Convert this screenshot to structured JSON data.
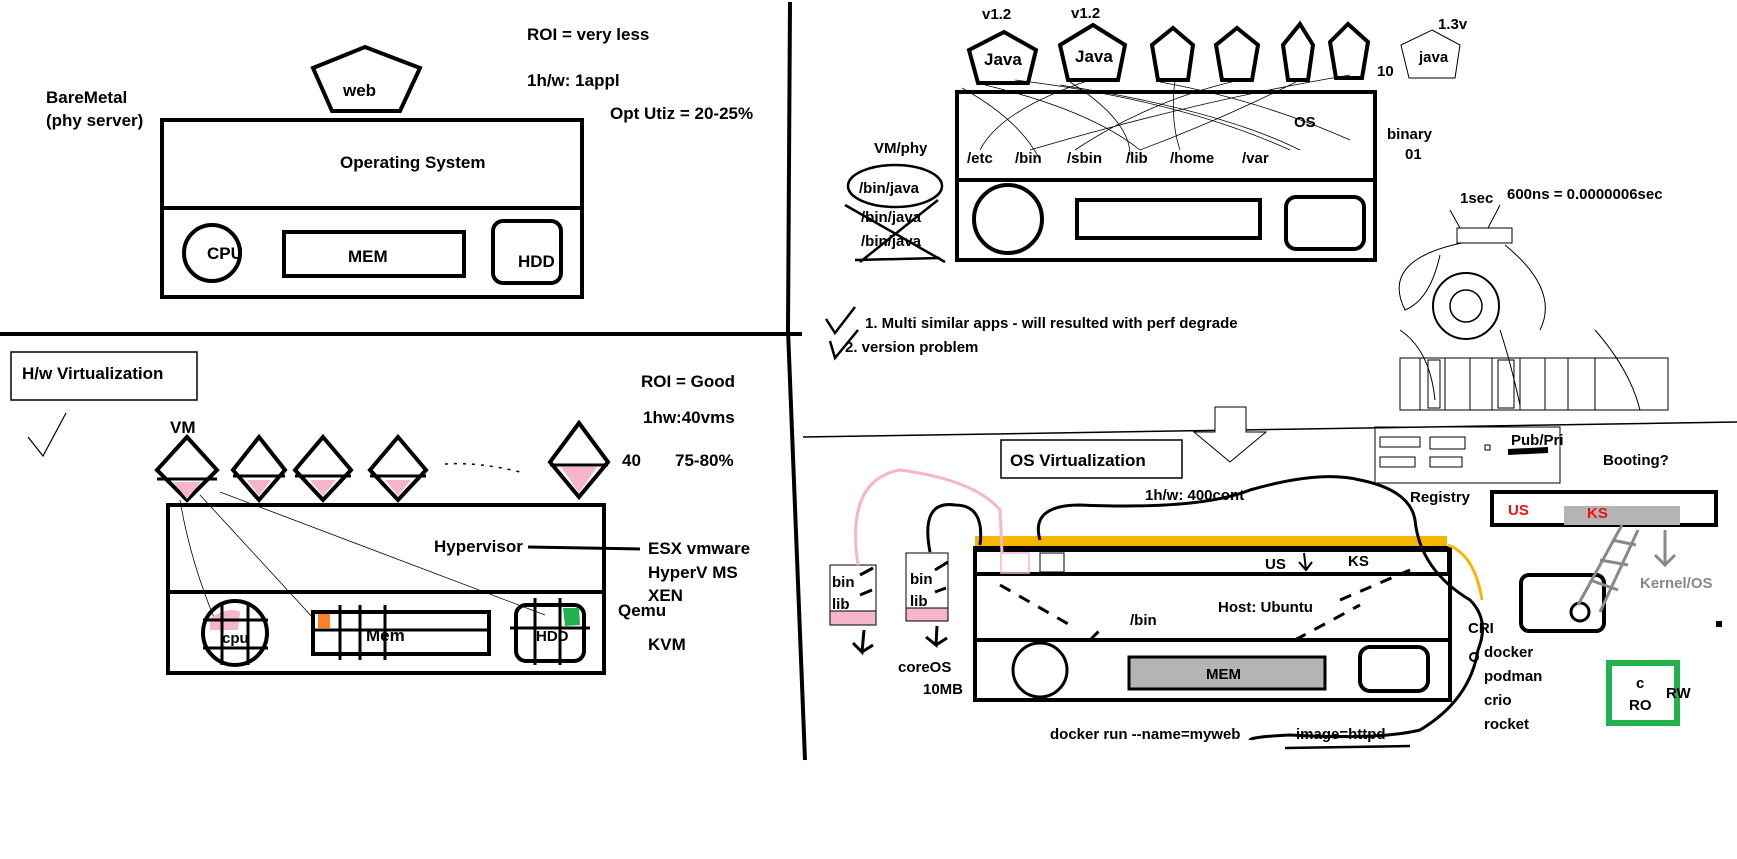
{
  "baremetal": {
    "title_line1": "BareMetal",
    "title_line2": "(phy server)",
    "roi": "ROI = very less",
    "hw_ratio": "1h/w: 1appl",
    "utilization": "Opt Utiz = 20-25%",
    "app_label": "web",
    "os_label": "Operating System",
    "cpu_label": "CPU",
    "mem_label": "MEM",
    "hdd_label": "HDD"
  },
  "hw_virtualization": {
    "title": "H/w Virtualization",
    "roi": "ROI = Good",
    "hw_ratio": "1hw:40vms",
    "vm_label": "VM",
    "vm_count": "40",
    "utilization": "75-80%",
    "hypervisor_label": "Hypervisor",
    "hypervisor_products": [
      "ESX vmware",
      "HyperV  MS",
      "XEN",
      "Qemu",
      "KVM"
    ],
    "cpu_label": "cpu",
    "mem_label": "Mem",
    "hdd_label": "HDD"
  },
  "problem": {
    "versions": [
      "v1.2",
      "v1.2",
      "1.3v"
    ],
    "app_labels": [
      "Java",
      "Java",
      "java"
    ],
    "app_count": "10",
    "os_label": "OS",
    "dirs": [
      "/etc",
      "/bin",
      "/sbin",
      "/lib",
      "/home",
      "/var"
    ],
    "binary_line1": "binary",
    "binary_line2": "01",
    "vm_phy_label": "VM/phy",
    "java_paths": [
      "/bin/java",
      "/bin/java",
      "/bin/java"
    ],
    "timing_1sec": "1sec",
    "timing_ns": "600ns = 0.0000006sec",
    "issues": [
      "1. Multi similar apps - will resulted with perf degrade",
      "2. version problem"
    ]
  },
  "os_virtualization": {
    "title": "OS Virtualization",
    "hw_ratio": "1h/w: 400cont",
    "registry_label": "Registry",
    "pub_pri_label": "Pub/Pri",
    "booting_label": "Booting?",
    "us_label": "US",
    "ks_label": "KS",
    "kernel_os_label": "Kernel/OS",
    "host_label": "Host:  Ubuntu",
    "bin_path": "/bin",
    "mem_label": "MEM",
    "bin_label": "bin",
    "lib_label": "lib",
    "coreos_label": "coreOS",
    "size_label": "10MB",
    "cri_label": "CRI",
    "runtimes": [
      "docker",
      "podman",
      "crio",
      "rocket"
    ],
    "command_part1": "docker run --name=myweb",
    "command_part2": "--image=httpd",
    "layer_c": "c",
    "layer_ro": "RO",
    "layer_rw": "RW"
  },
  "colors": {
    "pink": "#f4b6c8",
    "yellow": "#f5b800",
    "green": "#22b14c",
    "orange": "#ff7f27",
    "grey": "#b4b4b4",
    "red": "#ee1111"
  }
}
